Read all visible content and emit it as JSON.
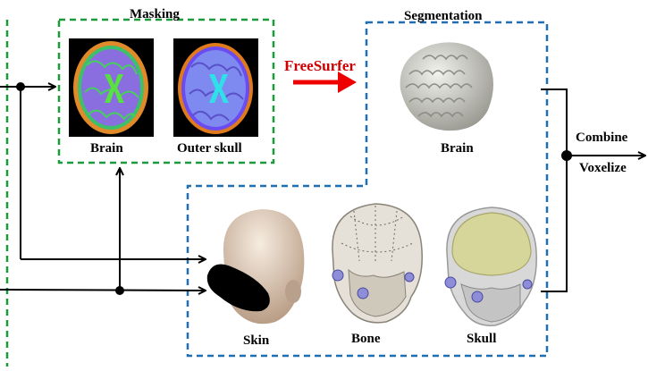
{
  "sections": {
    "masking_title": "Masking",
    "segmentation_title": "Segmentation"
  },
  "masking": {
    "brain_label": "Brain",
    "outer_skull_label": "Outer skull"
  },
  "tool": {
    "name": "FreeSurfer",
    "color": "#cc0000"
  },
  "segmentation": {
    "brain_label": "Brain"
  },
  "models": {
    "skin_label": "Skin",
    "bone_label": "Bone",
    "skull_label": "Skull"
  },
  "output": {
    "combine_label": "Combine",
    "voxelize_label": "Voxelize"
  },
  "colors": {
    "masking_border": "#1a9a3a",
    "segmentation_border": "#1f6fb5",
    "arrow": "#000000",
    "freesurfer_arrow": "#ee0000"
  }
}
